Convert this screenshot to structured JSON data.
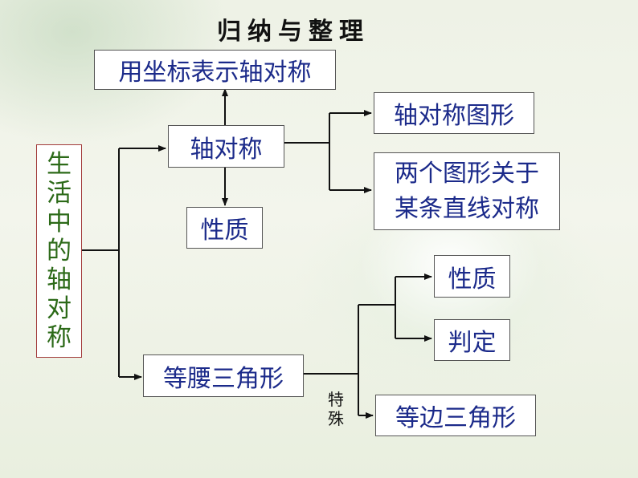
{
  "title": "归纳与整理",
  "root": {
    "chars": [
      "生",
      "活",
      "中",
      "的",
      "轴",
      "对",
      "称"
    ]
  },
  "nodes": {
    "coord_axis": "用坐标表示轴对称",
    "axis_symmetry": "轴对称",
    "property_a": "性质",
    "axis_figure": "轴对称图形",
    "two_figures_line1": "两个图形关于",
    "two_figures_line2": "某条直线对称",
    "isosceles": "等腰三角形",
    "property_b": "性质",
    "judgment": "判定",
    "equilateral": "等边三角形"
  },
  "special_label": [
    "特",
    "殊"
  ],
  "colors": {
    "text_blue": "#1b2a8a",
    "root_text": "#2c6a18",
    "root_border": "#a23a3a",
    "line": "#111111"
  }
}
